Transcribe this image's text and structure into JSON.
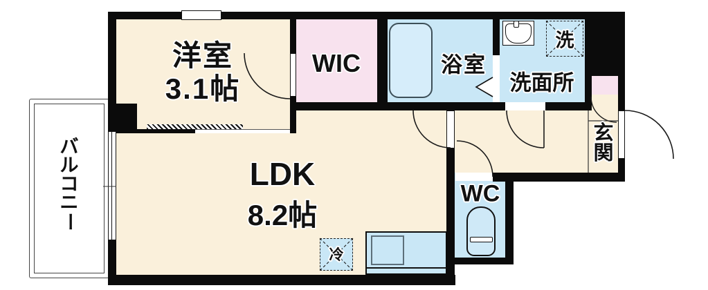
{
  "colors": {
    "floor-cream": "#faf0db",
    "floor-pink": "#f8e2ee",
    "floor-blue": "#c9e7f6",
    "tub-blue": "#d6edfa",
    "wall": "#0b0b0b",
    "line": "#1a1a1a"
  },
  "rooms": {
    "western": {
      "name": "洋室",
      "size": "3.1帖"
    },
    "ldk": {
      "name": "LDK",
      "size": "8.2帖"
    },
    "wic": {
      "label": "WIC"
    },
    "bathroom": {
      "label": "浴室"
    },
    "washroom": {
      "label": "洗面所"
    },
    "toilet": {
      "label": "WC"
    },
    "entrance": {
      "label": "玄関",
      "chars": [
        "玄",
        "関"
      ]
    },
    "balcony": {
      "label": "バルコニー",
      "chars": [
        "バ",
        "ル",
        "コ",
        "ニ",
        "ー"
      ]
    }
  },
  "fixtures": {
    "washer": {
      "label": "洗"
    },
    "fridge": {
      "label": "冷"
    }
  }
}
